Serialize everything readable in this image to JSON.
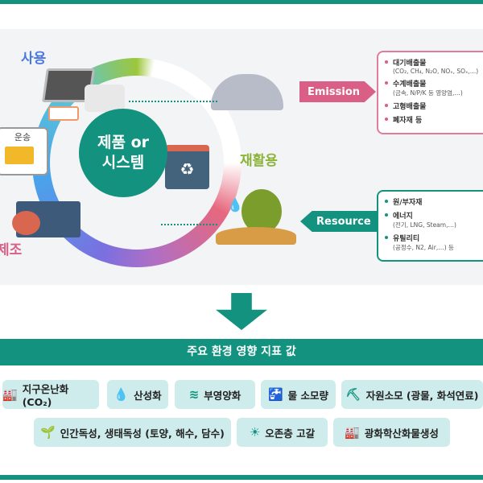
{
  "cycle": {
    "center": [
      "제품 or",
      "시스템"
    ],
    "use": "사용",
    "recycle": "재활용",
    "manufacture": "제조",
    "transport": "운송"
  },
  "emission": {
    "label": "Emission",
    "items": [
      {
        "title": "대기배출물",
        "detail": "(CO₂, CH₄, N₂O, NOₓ, SOₓ,…)"
      },
      {
        "title": "수계배출물",
        "detail": "(금속, N/P/K 등 영양염,…)"
      },
      {
        "title": "고형배출물",
        "detail": ""
      },
      {
        "title": "폐자재 등",
        "detail": ""
      }
    ]
  },
  "resource": {
    "label": "Resource",
    "items": [
      {
        "title": "원/부자재",
        "detail": ""
      },
      {
        "title": "에너지",
        "detail": "(전기, LNG, Steam,…)"
      },
      {
        "title": "유틸리티",
        "detail": "(공정수, N2, Air,…) 등"
      }
    ]
  },
  "indicators": {
    "title": "주요 환경 영향 지표 값",
    "items": [
      {
        "label": "지구온난화 (CO₂)",
        "icon": "factory-icon"
      },
      {
        "label": "산성화",
        "icon": "ph-drop-icon"
      },
      {
        "label": "부영양화",
        "icon": "fish-wave-icon"
      },
      {
        "label": "물 소모량",
        "icon": "faucet-icon"
      },
      {
        "label": "자원소모 (광물, 화석연료)",
        "icon": "mining-icon"
      },
      {
        "label": "인간독성, 생태독성 (토양, 해수, 담수)",
        "icon": "sprout-icon"
      },
      {
        "label": "오존층 고갈",
        "icon": "sun-umbrella-icon"
      },
      {
        "label": "광화학산화물생성",
        "icon": "smokestack-icon"
      }
    ]
  },
  "colors": {
    "teal": "#13937f",
    "pink": "#d95f86",
    "chip": "#cdeceb"
  }
}
